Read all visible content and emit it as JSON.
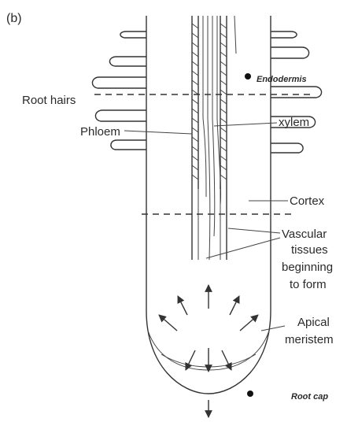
{
  "figure": {
    "panel_label": "(b)",
    "labels": {
      "endodermis": "Endodermis",
      "root_hairs": "Root hairs",
      "phloem": "Phloem",
      "xylem": "xylem",
      "cortex": "Cortex",
      "vascular_line1": "Vascular",
      "vascular_line2": "tissues",
      "vascular_line3": "beginning",
      "vascular_line4": "to form",
      "apical_line1": "Apical",
      "apical_line2": "meristem",
      "root_cap": "Root cap"
    }
  }
}
